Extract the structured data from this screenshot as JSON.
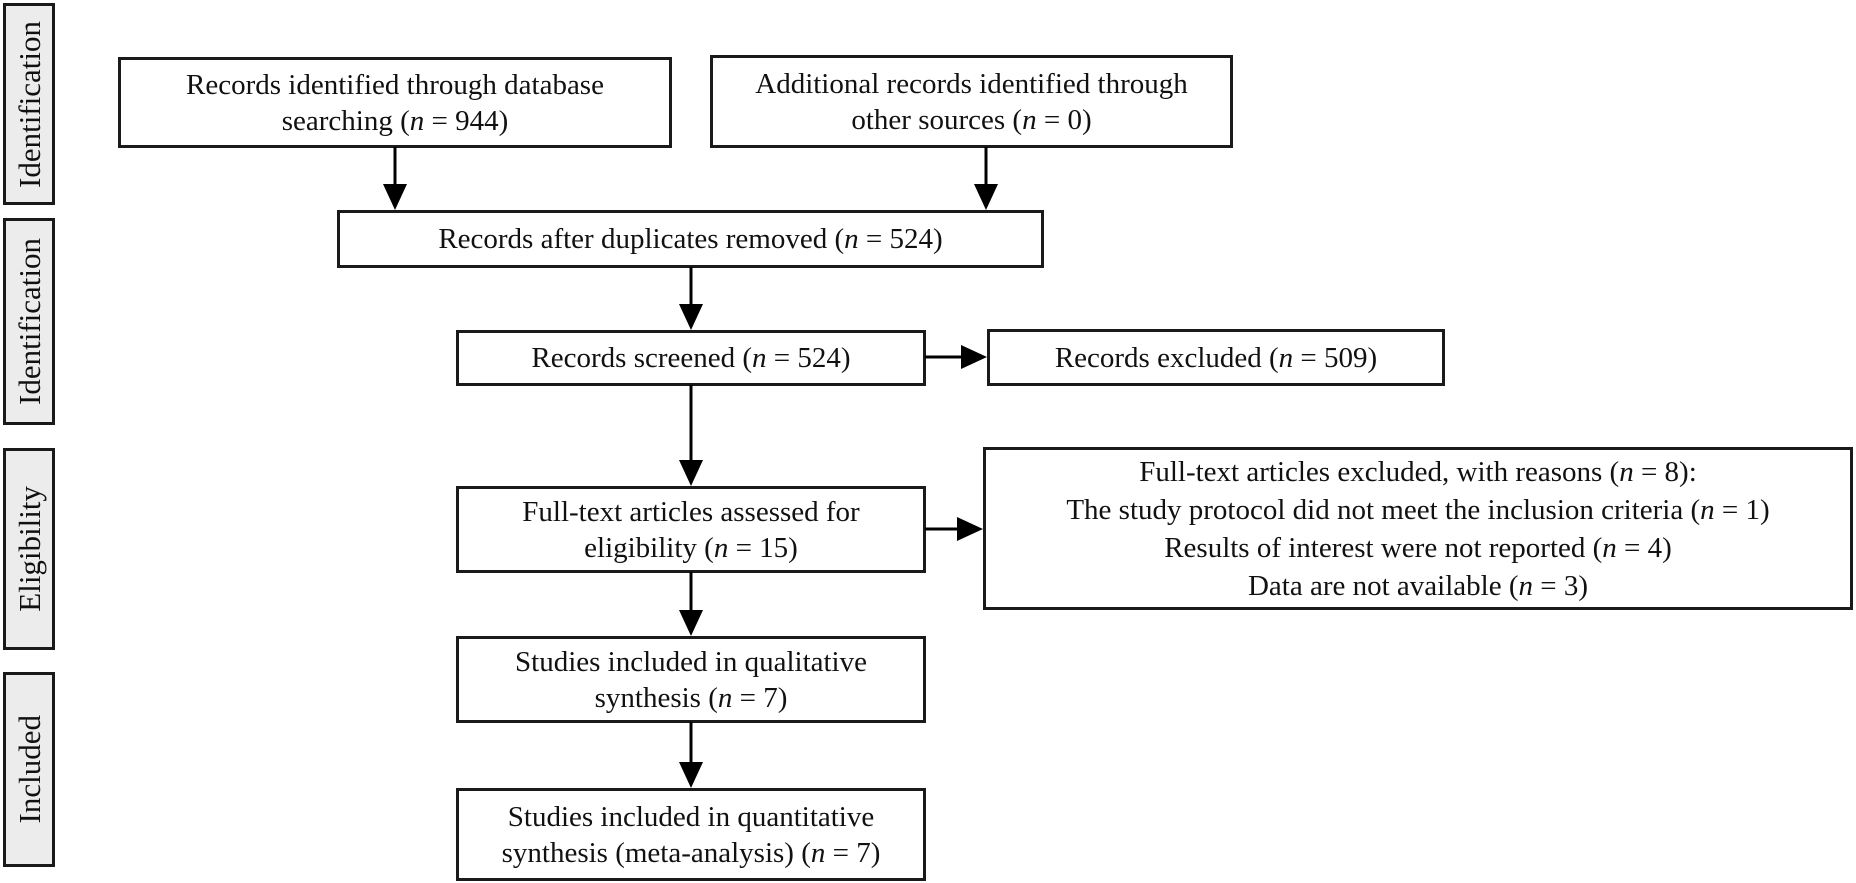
{
  "figure": {
    "kind": "prisma-flow-diagram",
    "colors": {
      "background": "#ffffff",
      "box_border": "#1a1a1a",
      "text": "#111111",
      "stage_fill": "#ececec",
      "arrow": "#000000"
    }
  },
  "stages": [
    {
      "label": "Identification"
    },
    {
      "label": "Identification"
    },
    {
      "label": "Eligibility"
    },
    {
      "label": "Included"
    }
  ],
  "boxes": {
    "records_identified": {
      "text": "Records identified through database searching (n = 944)"
    },
    "additional_records": {
      "text": "Additional records identified through other sources (n = 0)"
    },
    "after_duplicates": {
      "text": "Records after duplicates removed (n = 524)"
    },
    "records_screened": {
      "text": "Records screened (n = 524)"
    },
    "records_excluded": {
      "text": "Records excluded (n = 509)"
    },
    "fulltext_assessed": {
      "text": "Full-text articles assessed for eligibility (n = 15)"
    },
    "fulltext_excluded": {
      "lines": [
        "Full-text articles excluded, with reasons (n = 8):",
        "The study protocol did not meet the inclusion criteria (n = 1)",
        "Results of interest were not reported (n = 4)",
        "Data are not available (n = 3)"
      ]
    },
    "qualitative": {
      "text": "Studies included in qualitative synthesis (n = 7)"
    },
    "quantitative": {
      "text": "Studies included in quantitative synthesis (meta-analysis) (n = 7)"
    }
  }
}
